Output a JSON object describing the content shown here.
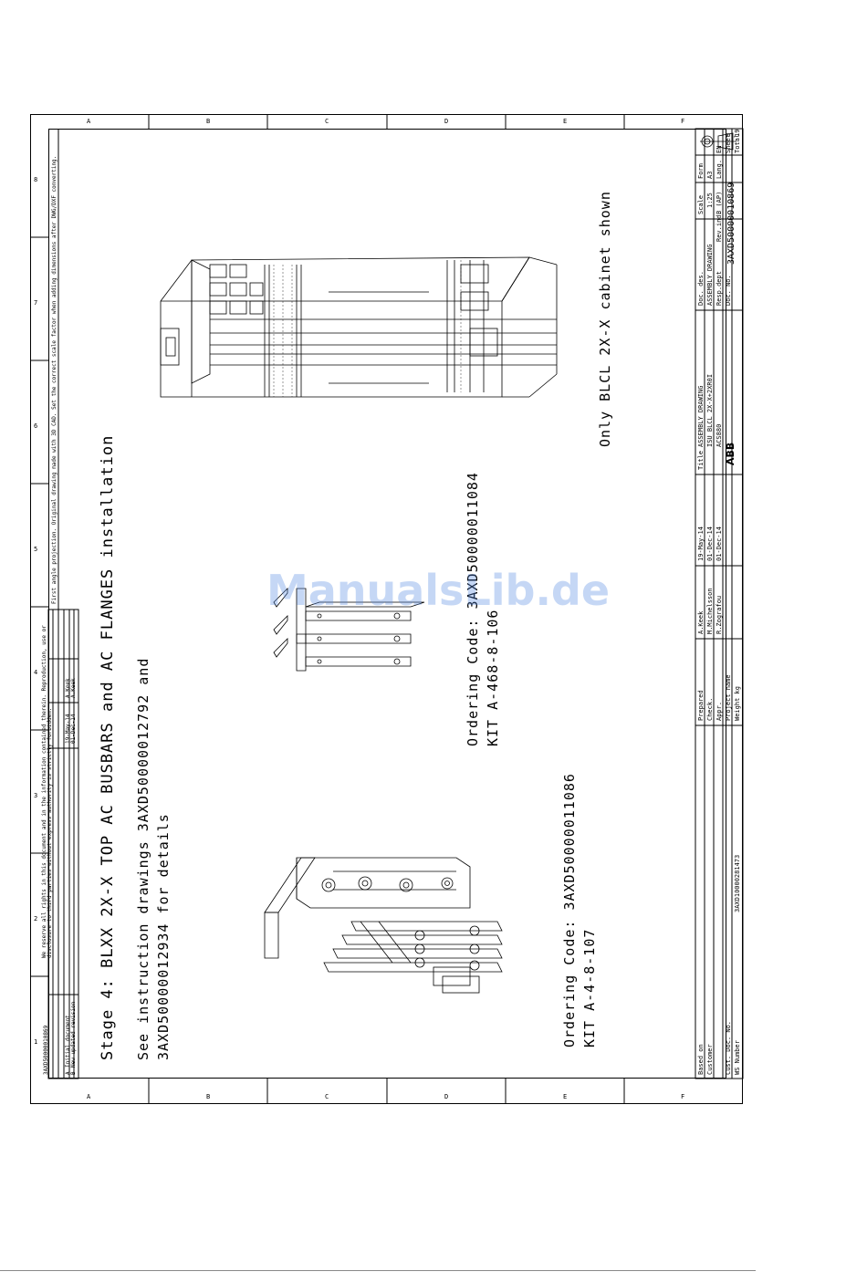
{
  "watermark": "ManualsLib.de",
  "zones_top": [
    "A",
    "B",
    "C",
    "D",
    "E",
    "F"
  ],
  "zones_side": [
    "1",
    "2",
    "3",
    "4",
    "5",
    "6",
    "7",
    "8"
  ],
  "stage_title": "Stage 4: BLXX 2X-X TOP AC BUSBARS and AC FLANGES installation",
  "instruction_line1": "See instruction drawings 3AXD50000012792 and",
  "instruction_line2": "3AXD50000012934 for details",
  "kit_a": {
    "ordering": "Ordering Code: 3AXD50000011086",
    "kit": "KIT A-4-8-107"
  },
  "kit_b": {
    "ordering": "Ordering Code: 3AXD50000011084",
    "kit": "KIT A-468-8-106"
  },
  "cabinet_note": "Only BLCL 2X-X cabinet shown",
  "projection_note": "First angle projection. Original drawing made with 3D CAD. Set the correct scale factor when adding dimensions after DWG/DXF converting.",
  "rights_note": "We reserve all rights in this document and in the information contained therein. Reproduction, use or disclosure to third parties without express authority is strictly forbidden.",
  "revisions": {
    "rows": [
      {
        "rev": "B",
        "text": "New updated revision",
        "date": "01-Dec-14",
        "by": "A.Keek"
      },
      {
        "rev": "A",
        "text": "Initial document",
        "date": "19-May-14",
        "by": "A.Keek"
      }
    ]
  },
  "title_block": {
    "based_on": "Based on",
    "customer": "Customer",
    "cust_doc": "Cust. Doc. No.",
    "ws_number": "WS Number",
    "ws_number_value": "3AXD10000281473",
    "prepared_label": "Prepared",
    "prepared_by": "A.Keek",
    "prepared_date": "19-May-14",
    "checked_label": "Check.",
    "checked_by": "M.Michelsson",
    "checked_date": "01-Dec-14",
    "approved_label": "Appr.",
    "approved_by": "R.Zografou",
    "approved_date": "01-Dec-14",
    "project_label": "Project name",
    "weight_label": "Weight kg",
    "title_label": "Title",
    "title_value": "ASSEMBLY DRAWING",
    "title_line2": "ISU BLCL 2X-X+2XR0I",
    "title_line3": "ACS880",
    "brand": "ABB",
    "doc_des_label": "Doc. des.",
    "doc_des_value": "ASSEMBLY DRAWING",
    "resp_dept_label": "Resp.dept",
    "rev_ind_label": "Rev.ind.",
    "rev_ind_value": "B (AP)",
    "doc_no_label": "Doc. No.",
    "doc_no_value": "3AXD50000010869",
    "scale_label": "Scale",
    "scale_value": "1:25",
    "format_label": "Form",
    "format_value": "A3",
    "lang_label": "Lang.",
    "lang_value": "EN",
    "sheet_label": "Sheet",
    "sheet_value": "9",
    "total_label": "Total",
    "total_value": "19"
  }
}
